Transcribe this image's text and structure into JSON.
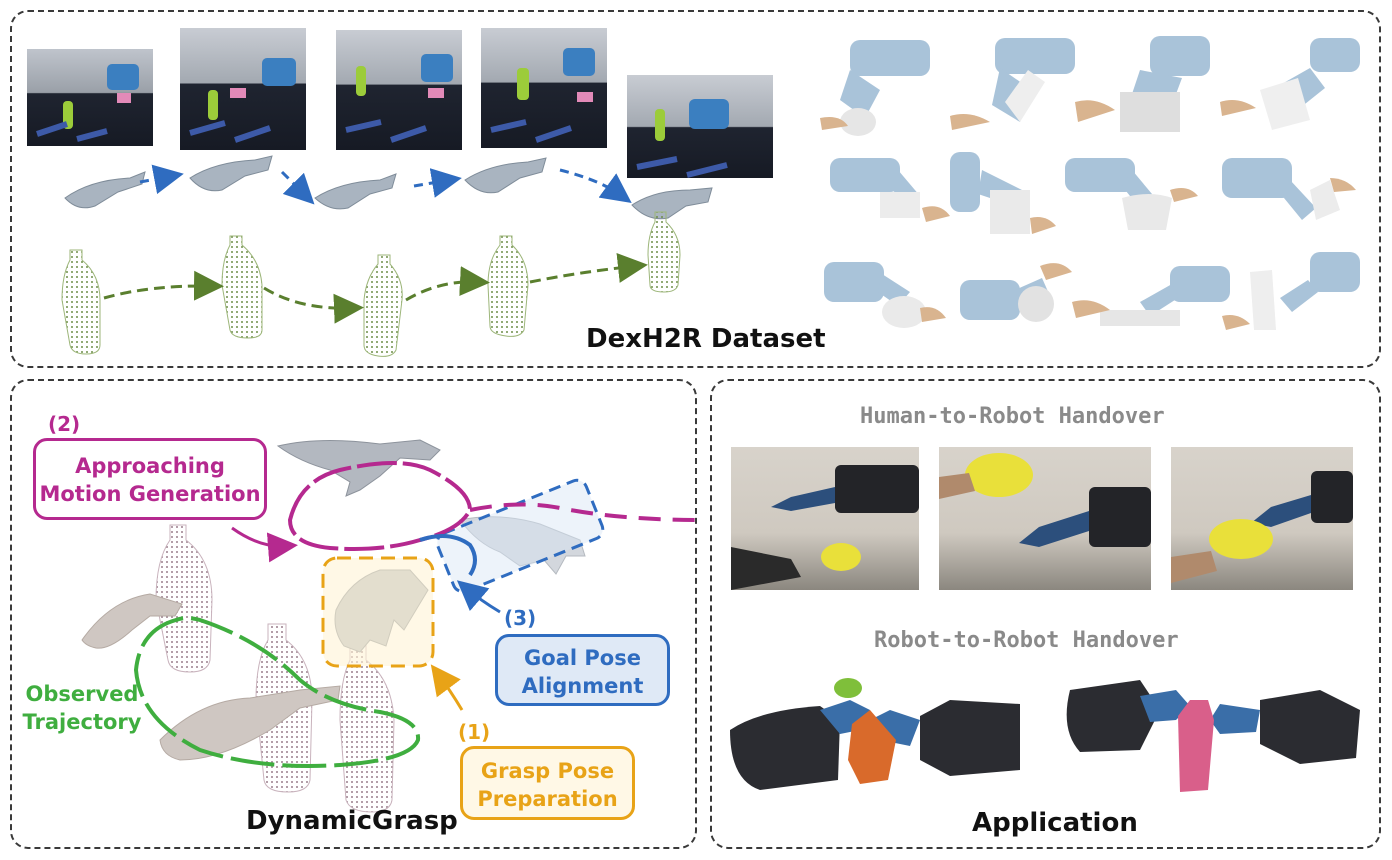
{
  "dataset": {
    "title": "DexH2R Dataset"
  },
  "dynamic_grasp": {
    "title": "DynamicGrasp",
    "step2": {
      "number": "(2)",
      "line1": "Approaching",
      "line2": "Motion Generation"
    },
    "step3": {
      "number": "(3)",
      "line1": "Goal Pose",
      "line2": "Alignment"
    },
    "step1": {
      "number": "(1)",
      "line1": "Grasp Pose",
      "line2": "Preparation"
    },
    "observed": {
      "line1": "Observed",
      "line2": "Trajectory"
    }
  },
  "application": {
    "title": "Application",
    "human_to_robot": "Human-to-Robot Handover",
    "robot_to_robot": "Robot-to-Robot Handover"
  },
  "colors": {
    "magenta": "#b5298f",
    "blue": "#2f6cc0",
    "orange": "#e8a317",
    "green": "#3fae3f",
    "dark_green": "#5a7f2e",
    "hand_blue": "#a9c3d9",
    "skin": "#d9b48f"
  }
}
